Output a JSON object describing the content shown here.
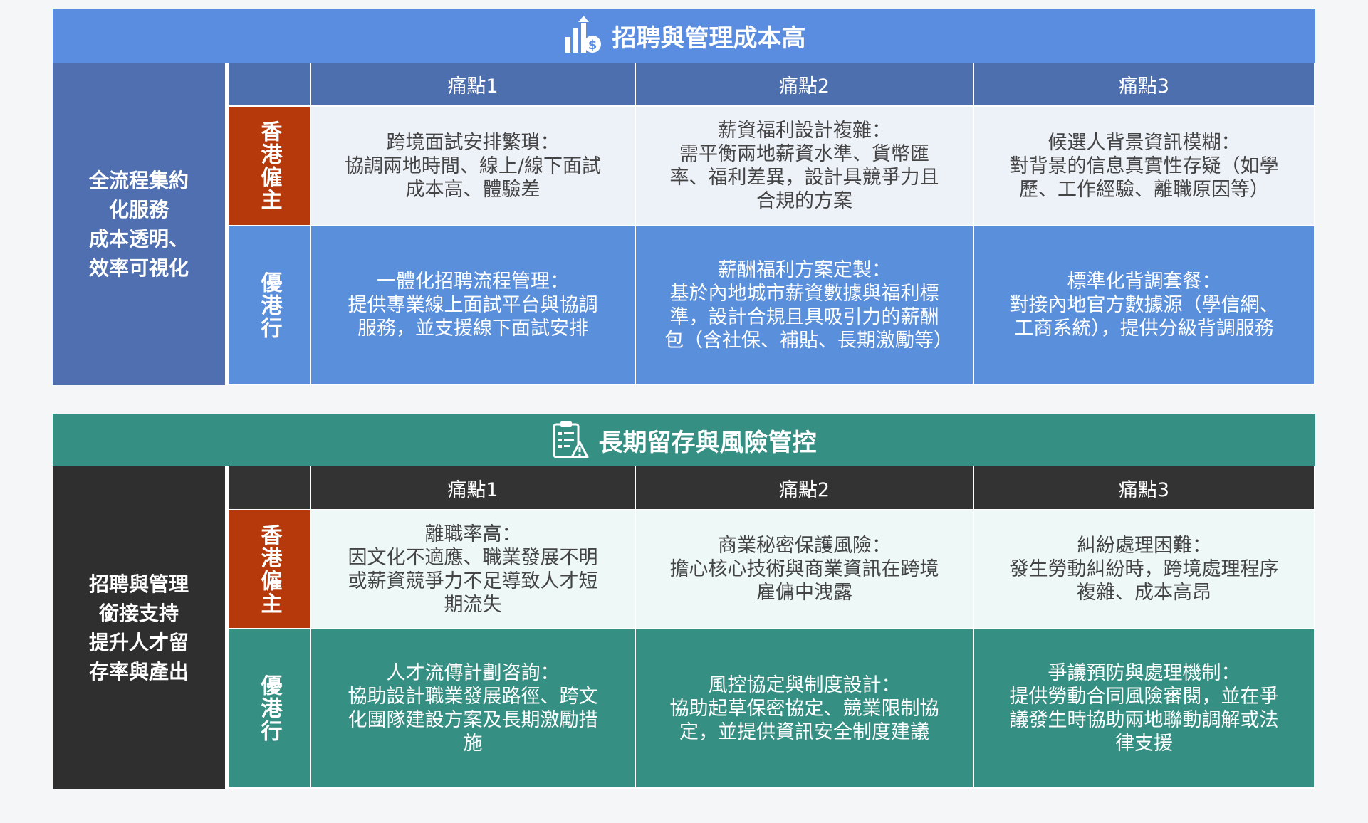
{
  "sections": [
    {
      "title": "招聘與管理成本高",
      "icon": "chart-dollar-icon",
      "side_label": "全流程集約\n化服務\n成本透明、\n效率可視化",
      "headers": [
        "痛點1",
        "痛點2",
        "痛點3"
      ],
      "row_labels": {
        "hk": "香港僱主",
        "yg": "優港行"
      },
      "hk": [
        {
          "title": "跨境面試安排繁瑣：",
          "body": "協調兩地時間、線上/線下面試成本高、體驗差"
        },
        {
          "title": "薪資福利設計複雜：",
          "body": "需平衡兩地薪資水準、貨幣匯率、福利差異，設計具競爭力且合規的方案"
        },
        {
          "title": "候選人背景資訊模糊：",
          "body": "對背景的信息真實性存疑（如學歷、工作經驗、離職原因等）"
        }
      ],
      "yg": [
        {
          "title": "一體化招聘流程管理：",
          "body": "提供專業線上面試平台與協調服務，並支援線下面試安排"
        },
        {
          "title": "薪酬福利方案定製：",
          "body": "基於內地城市薪資數據與福利標準，設計合規且具吸引力的薪酬包（含社保、補貼、長期激勵等）"
        },
        {
          "title": "標準化背調套餐：",
          "body": "對接內地官方數據源（學信網、工商系統），提供分級背調服務"
        }
      ]
    },
    {
      "title": "長期留存與風險管控",
      "icon": "clipboard-warning-icon",
      "side_label": "招聘與管理\n銜接支持\n提升人才留\n存率與產出",
      "headers": [
        "痛點1",
        "痛點2",
        "痛點3"
      ],
      "row_labels": {
        "hk": "香港僱主",
        "yg": "優港行"
      },
      "hk": [
        {
          "title": "離職率高：",
          "body": "因文化不適應、職業發展不明或薪資競爭力不足導致人才短期流失"
        },
        {
          "title": "商業秘密保護風險：",
          "body": "擔心核心技術與商業資訊在跨境雇傭中洩露"
        },
        {
          "title": "糾紛處理困難：",
          "body": "發生勞動糾紛時，跨境處理程序複雜、成本高昂"
        }
      ],
      "yg": [
        {
          "title": "人才流傳計劃咨詢：",
          "body": "協助設計職業發展路徑、跨文化團隊建設方案及長期激勵措施"
        },
        {
          "title": "風控協定與制度設計：",
          "body": "協助起草保密協定、競業限制協定，並提供資訊安全制度建議"
        },
        {
          "title": "爭議預防與處理機制：",
          "body": "提供勞動合同風險審閱，並在爭議發生時協助兩地聯動調解或法律支援"
        }
      ]
    }
  ]
}
